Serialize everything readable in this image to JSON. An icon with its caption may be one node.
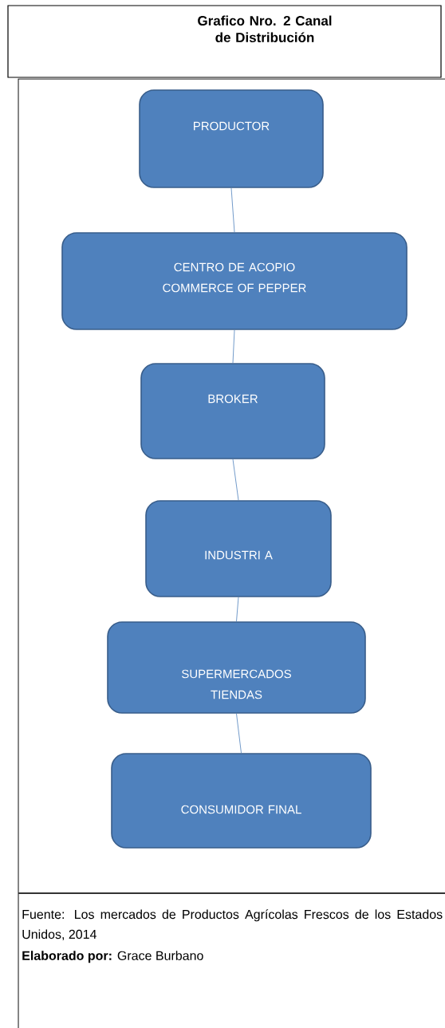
{
  "diagram": {
    "title": "Grafico Nro. 2 Canal de Distribución",
    "nodes": [
      {
        "text": [
          "PRODUCTOR"
        ]
      },
      {
        "text": [
          "CENTRO DE ACOPIO COMMERCE OF PEPPER"
        ]
      },
      {
        "text": [
          "BROKER"
        ]
      },
      {
        "text": [
          "INDUSTRI A"
        ]
      },
      {
        "text": [
          "SUPERMERCADOS TIENDAS"
        ]
      },
      {
        "text": [
          "CONSUMIDOR FINAL"
        ]
      }
    ],
    "edges": [
      {
        "from": 0,
        "to": 1,
        "arrow": "none"
      },
      {
        "from": 1,
        "to": 2,
        "arrow": "none"
      },
      {
        "from": 2,
        "to": 3,
        "arrow": "none"
      },
      {
        "from": 3,
        "to": 4,
        "arrow": "none"
      },
      {
        "from": 4,
        "to": 5,
        "arrow": "none"
      }
    ],
    "labels": [
      "Fuente: Los mercados de Productos Agrícolas Frescos de los Estados Unidos, 2014",
      "**Elaborado por:** Grace Burbano"
    ]
  }
}
